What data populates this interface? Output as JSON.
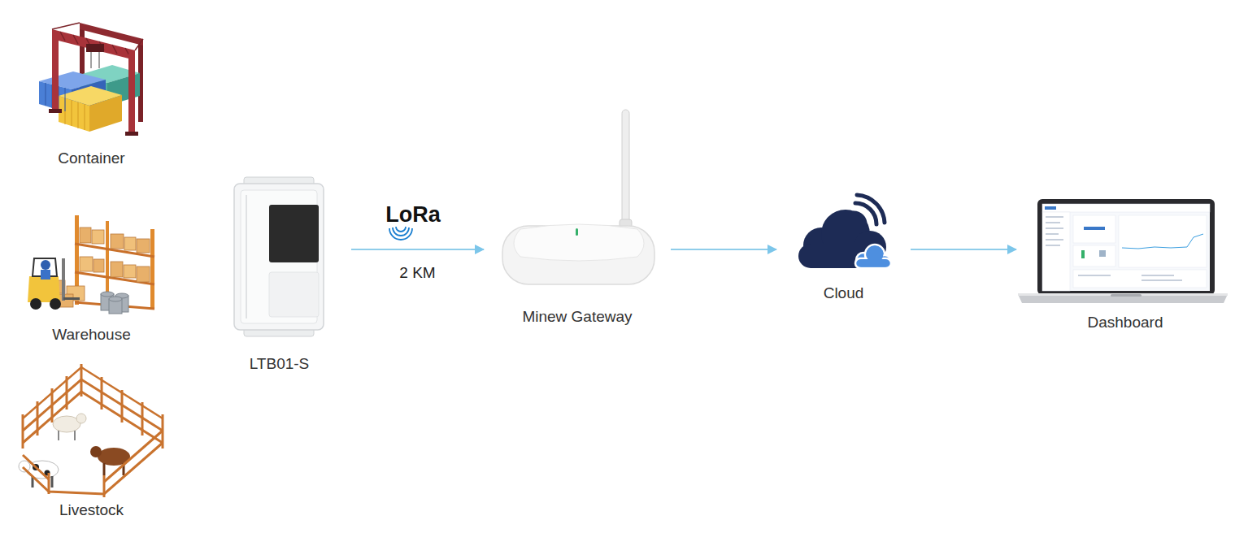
{
  "diagram": {
    "nodes": [
      {
        "text": [
          "Container"
        ]
      },
      {
        "text": [
          "Warehouse"
        ]
      },
      {
        "text": [
          "Livestock"
        ]
      },
      {
        "text": [
          "LTB01-S"
        ]
      },
      {
        "text": [
          "Minew Gateway"
        ]
      },
      {
        "text": [
          "Cloud"
        ]
      },
      {
        "text": [
          "Dashboard"
        ]
      }
    ],
    "edges": [
      {
        "from": 3,
        "to": 4,
        "arrow": "to",
        "label": "2 KM"
      },
      {
        "from": 4,
        "to": 5,
        "arrow": "to"
      },
      {
        "from": 5,
        "to": 6,
        "arrow": "to"
      }
    ],
    "labels": [
      "LoRa"
    ]
  }
}
